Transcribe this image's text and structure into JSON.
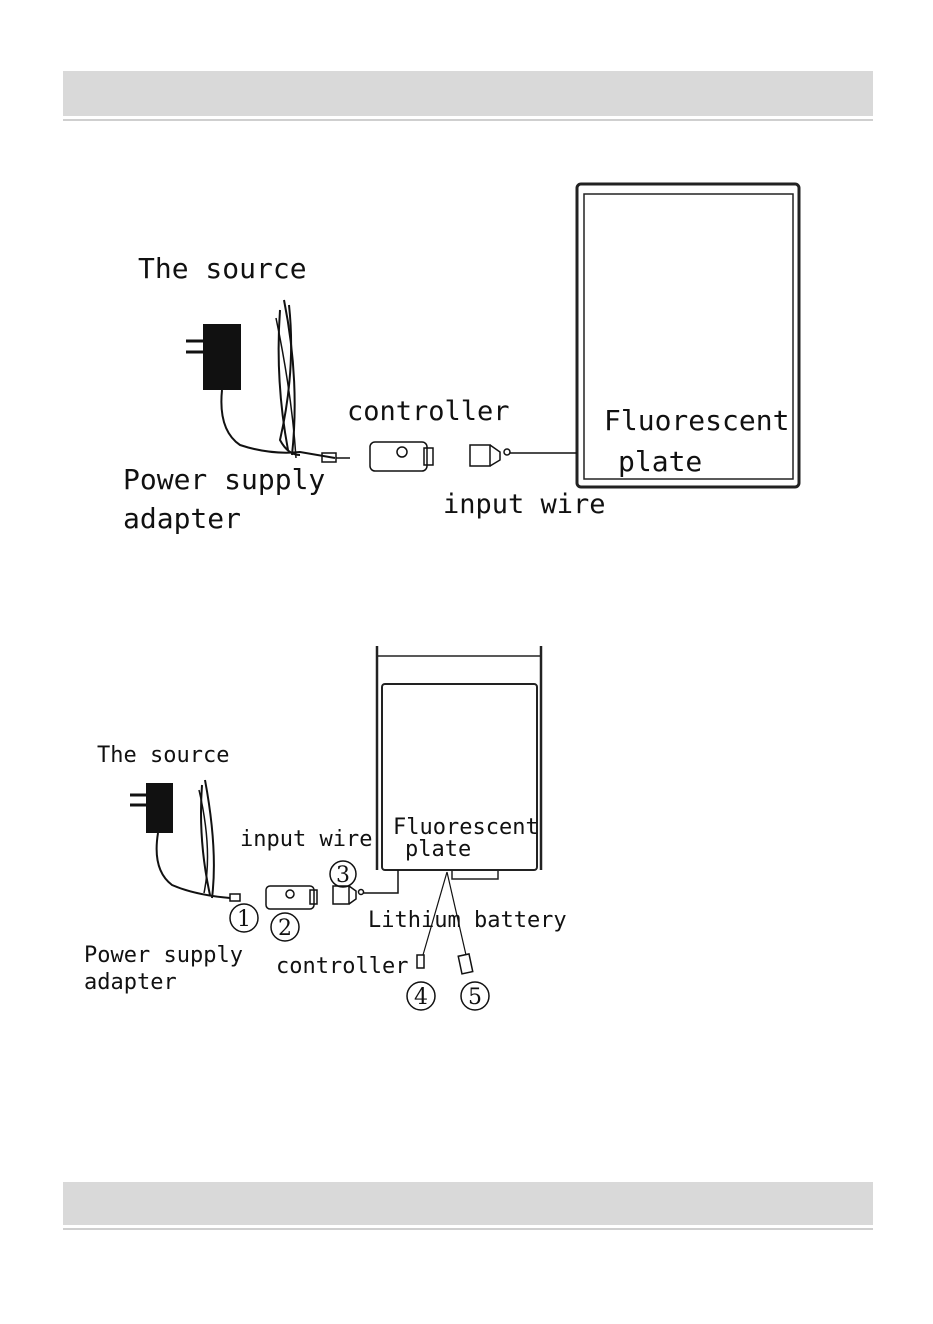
{
  "diagram1": {
    "source_label": "The source",
    "controller_label": "controller",
    "plate_label_line1": "Fluorescent",
    "plate_label_line2": "plate",
    "adapter_label_line1": "Power supply",
    "adapter_label_line2": "adapter",
    "input_wire_label": "input wire"
  },
  "diagram2": {
    "source_label": "The source",
    "input_wire_label": "input wire",
    "plate_label_line1": "Fluorescent",
    "plate_label_line2": "plate",
    "battery_label": "Lithium battery",
    "adapter_label_line1": "Power supply",
    "adapter_label_line2": "adapter",
    "controller_label": "controller",
    "markers": [
      "1",
      "2",
      "3",
      "4",
      "5"
    ]
  }
}
